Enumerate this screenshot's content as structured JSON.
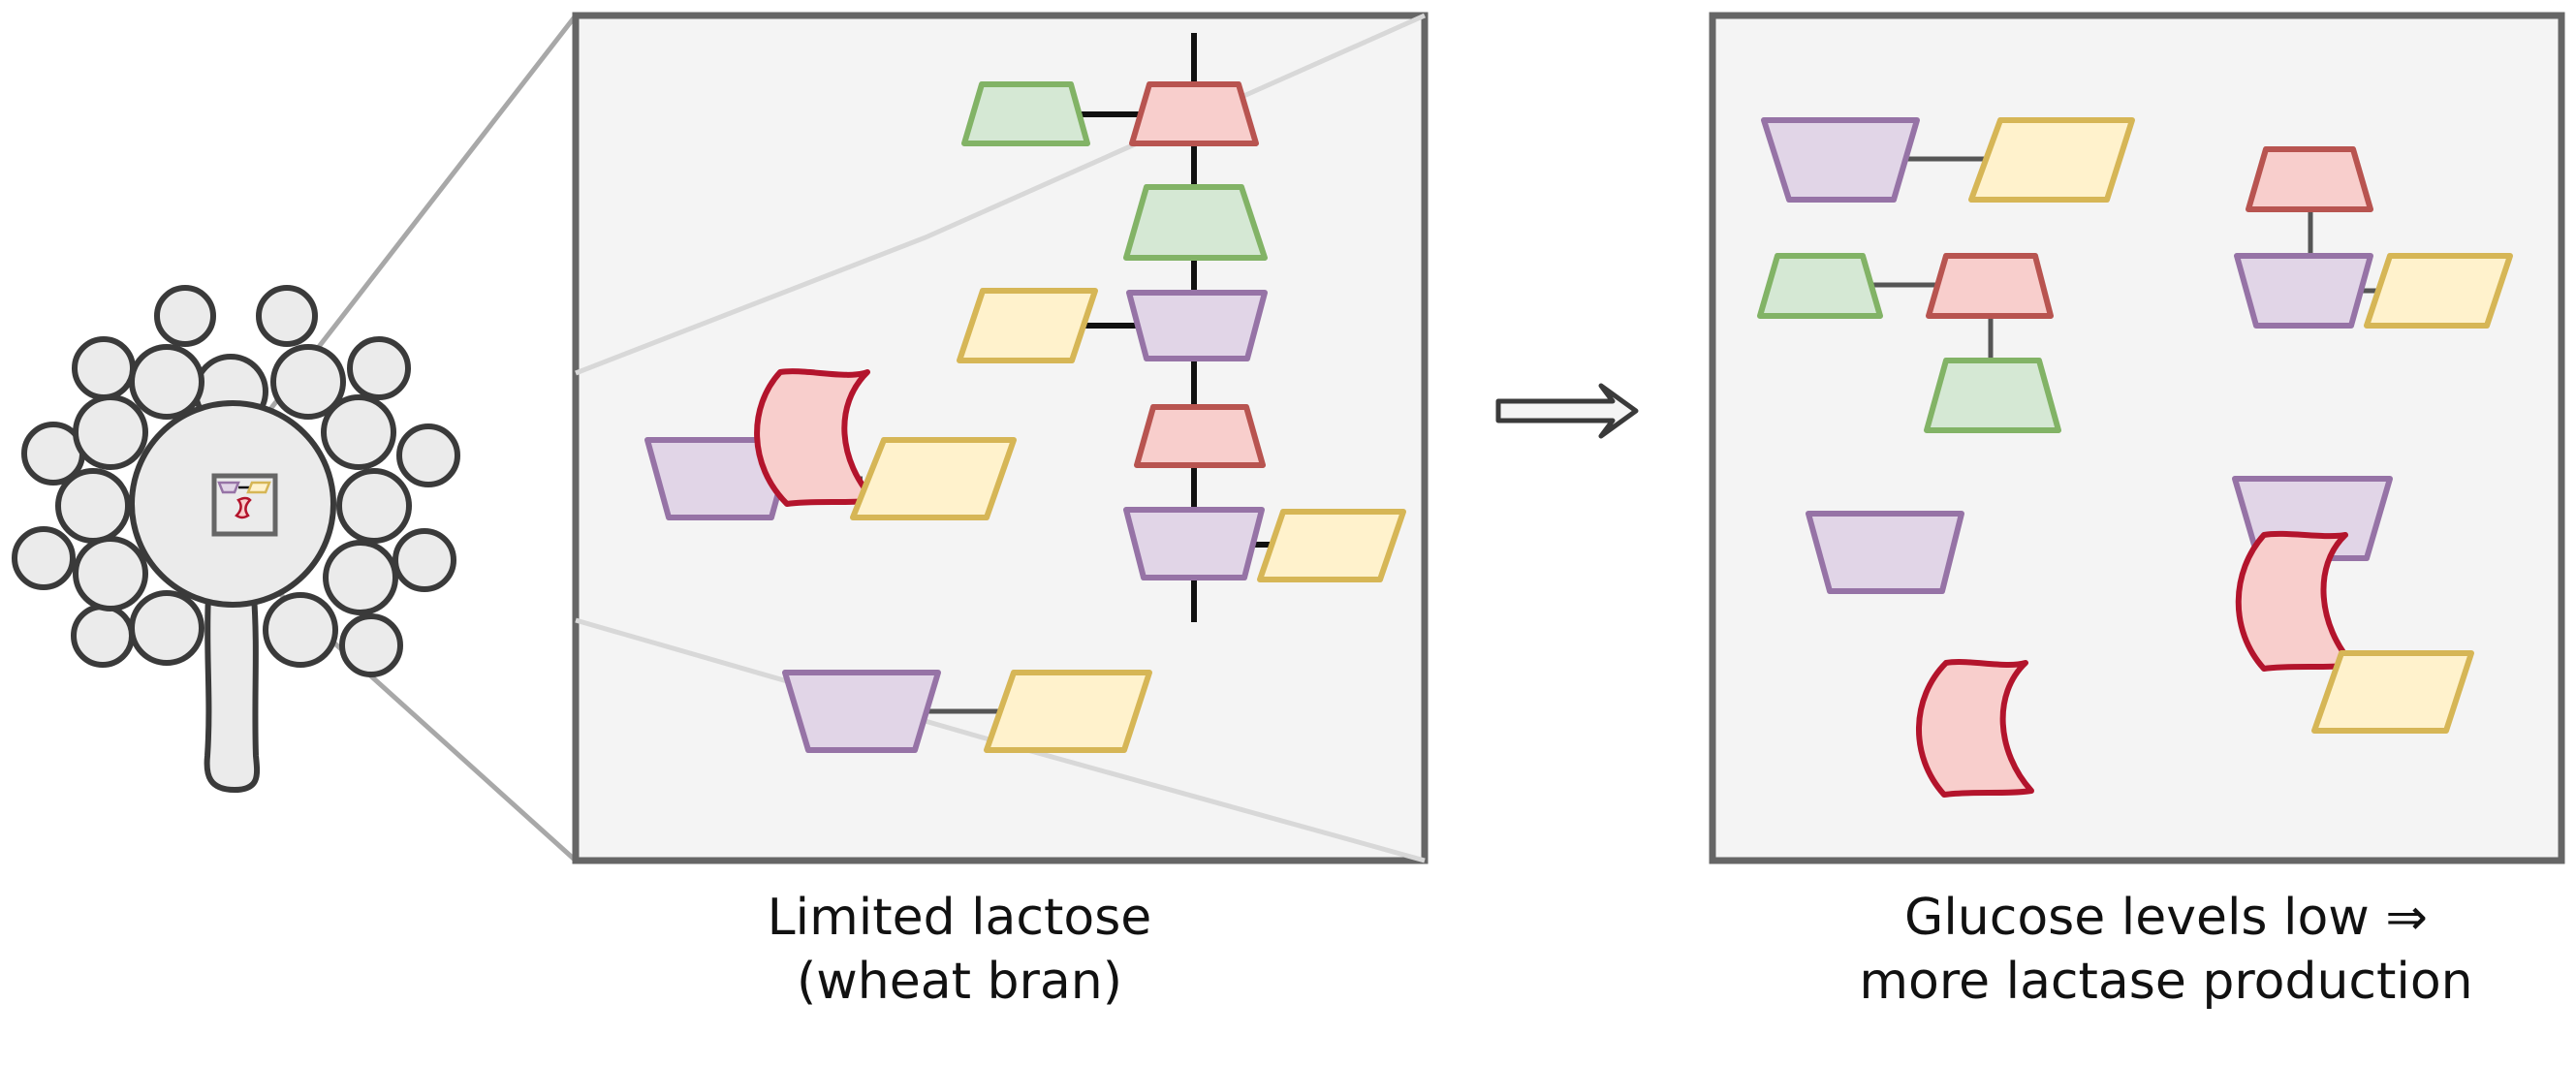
{
  "captions": {
    "left": {
      "line1": "Limited lactose",
      "line2": "(wheat bran)"
    },
    "right": {
      "line1": "Glucose levels low ⇒",
      "line2": "more lactase production"
    }
  },
  "colors": {
    "background": "#ffffff",
    "panel_fill": "#f4f4f4",
    "panel_border": "#666666",
    "cell_fill": "#ebebeb",
    "cell_stroke": "#3a3a3a",
    "zoom_line": "#a8a8a8",
    "zoom_line_light": "#d8d8d8",
    "bond_black": "#111111",
    "bond_gray": "#555555",
    "green_fill": "#d5e8d4",
    "green_stroke": "#82b366",
    "red_fill": "#f8cecc",
    "red_stroke": "#b85450",
    "purple_fill": "#e1d5e7",
    "purple_stroke": "#9673a6",
    "yellow_fill": "#fff2cc",
    "yellow_stroke": "#d6b656",
    "enzyme_fill": "#f8cecc",
    "enzyme_stroke": "#b3142c"
  },
  "icons": {
    "organism": "fungal-conidiophore-icon",
    "arrow": "right-arrow-icon"
  }
}
